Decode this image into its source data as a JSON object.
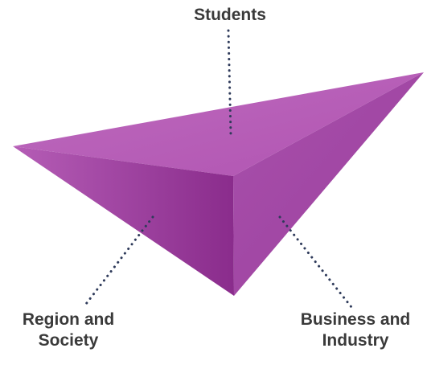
{
  "diagram": {
    "labels": {
      "students": "Students",
      "region_line1": "Region and",
      "region_line2": "Society",
      "business_line1": "Business and",
      "business_line2": "Industry"
    },
    "colors": {
      "top_face": "#b45bb4",
      "left_face_light": "#a64ba8",
      "left_face_dark": "#8e2f8f",
      "right_face": "#a24aa6",
      "leader_dots": "#2e3a5a",
      "label_text": "#3a3a3a"
    }
  }
}
